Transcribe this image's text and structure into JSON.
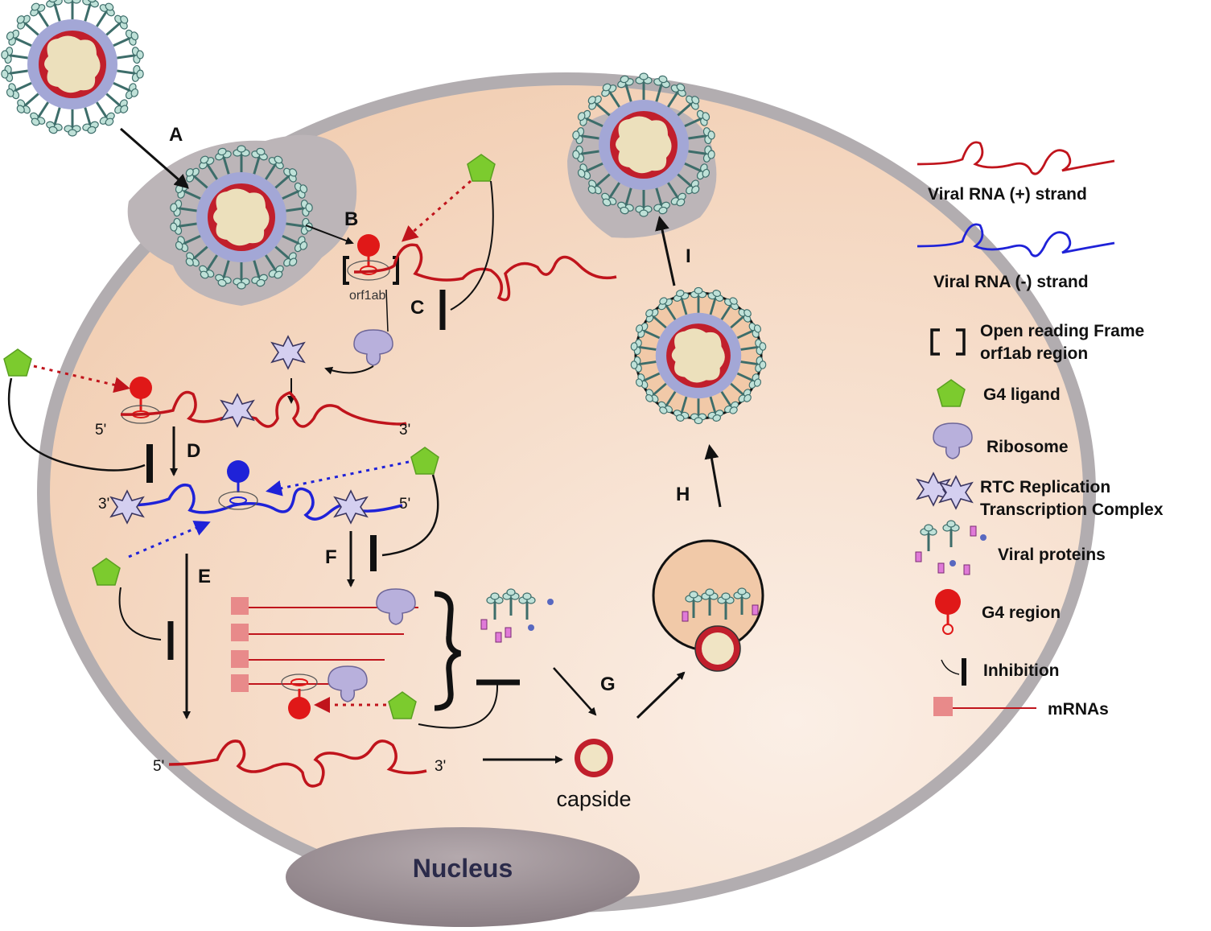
{
  "steps": [
    "A",
    "B",
    "C",
    "D",
    "E",
    "F",
    "G",
    "H",
    "I"
  ],
  "labels": {
    "orf": "orf1ab",
    "five": "5'",
    "three": "3'",
    "capside": "capside",
    "nucleus": "Nucleus"
  },
  "legend": {
    "plus": "Viral RNA (+) strand",
    "minus": "Viral RNA (-) strand",
    "orf_line1": "Open reading Frame",
    "orf_line2": "orf1ab region",
    "ligand": "G4 ligand",
    "ribosome": "Ribosome",
    "rtc_line1": "RTC Replication",
    "rtc_line2": "Transcription Complex",
    "proteins": "Viral proteins",
    "g4": "G4 region",
    "inhibition": "Inhibition",
    "mrna": "mRNAs"
  },
  "colors": {
    "cell_fill": "#f6ddc8",
    "cell_edge": "#b2adb0",
    "plus_rna": "#c0141c",
    "minus_rna": "#1f22d8",
    "ligand": "#7ccb2e",
    "ribosome": "#b8b0dc",
    "mrna_box": "#e88a8a",
    "endosome": "#bcb5b8",
    "nucleus": "#9d9196"
  }
}
